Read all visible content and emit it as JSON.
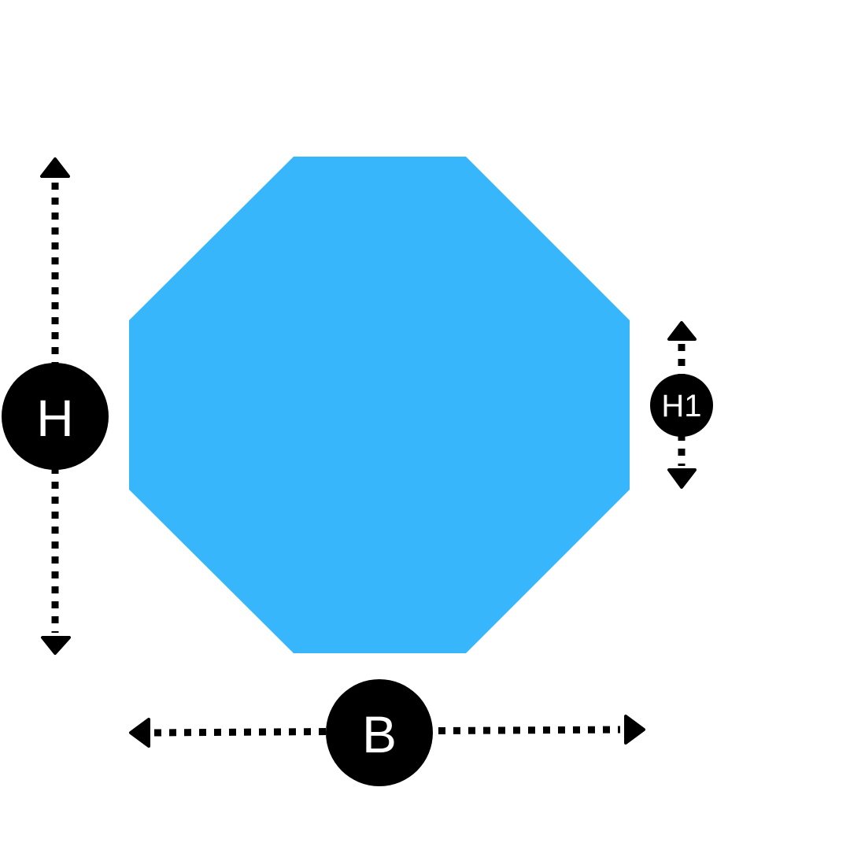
{
  "shape": {
    "type": "octagon",
    "fill_color": "#38B6FC"
  },
  "dimensions": {
    "height_label": "H",
    "side_height_label": "H1",
    "base_label": "B"
  },
  "colors": {
    "line": "#000000",
    "badge_fill": "#000000",
    "badge_text": "#FFFFFF"
  }
}
